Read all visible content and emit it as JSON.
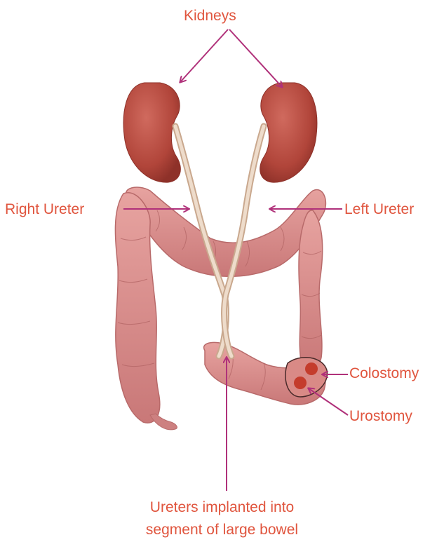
{
  "labels": {
    "kidneys": "Kidneys",
    "right_ureter": "Right Ureter",
    "left_ureter": "Left Ureter",
    "colostomy": "Colostomy",
    "urostomy": "Urostomy",
    "implant_line1": "Ureters implanted into",
    "implant_line2": "segment of large bowel"
  },
  "colors": {
    "label_text": "#e0553e",
    "pointer": "#b0317a",
    "kidney": "#b8483c",
    "bowel": "#d88c8c",
    "ureter": "#e6cbb4",
    "stoma": "#c43c2c"
  }
}
